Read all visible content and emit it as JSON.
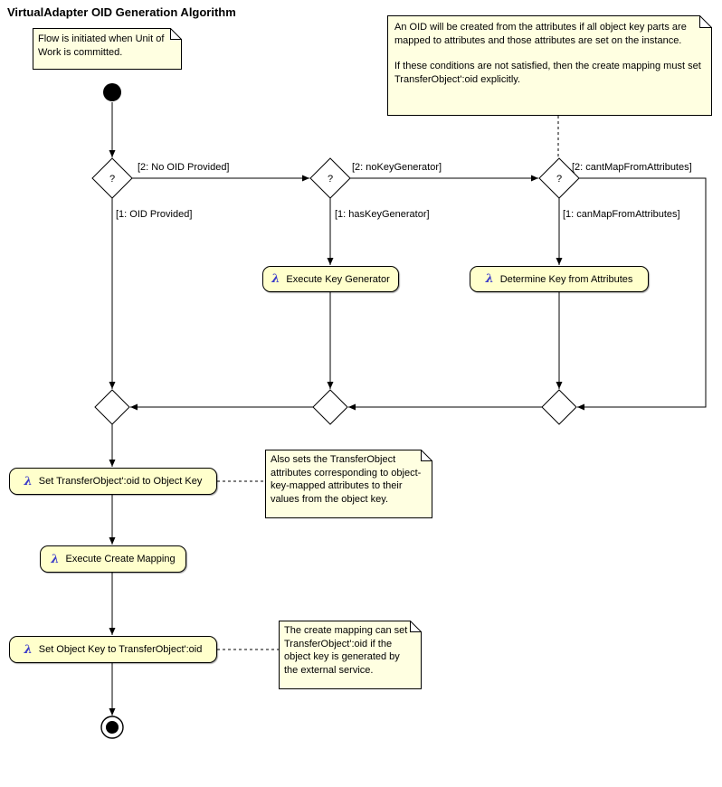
{
  "title": "VirtualAdapter OID Generation Algorithm",
  "colors": {
    "note_fill": "#ffffe1",
    "activity_fill": "#ffffcc",
    "lambda_blue": "#3a3ac8",
    "line": "#000000"
  },
  "icons": {
    "lambda_icon": "λ",
    "decision_mark": "?"
  },
  "notes": {
    "flow_initiated": "Flow is initiated when Unit of Work is committed.",
    "oid_creation_p1": "An OID will be created from the attributes if all object key parts are mapped to attributes and those attributes are set on the instance.",
    "oid_creation_p2": "If these conditions are not satisfied, then the create mapping must set TransferObject':oid explicitly.",
    "also_sets": "Also sets the TransferObject attributes corresponding to object-key-mapped attributes to their values from the object key.",
    "create_mapping": "The create mapping can set TransferObject':oid if the object key is generated by the external service."
  },
  "guards": {
    "no_oid_provided": "[2: No OID Provided]",
    "oid_provided": "[1: OID Provided]",
    "no_key_generator": "[2: noKeyGenerator]",
    "has_key_generator": "[1: hasKeyGenerator]",
    "cant_map_from_attributes": "[2: cantMapFromAttributes]",
    "can_map_from_attributes": "[1: canMapFromAttributes]"
  },
  "activities": {
    "execute_key_generator": "Execute Key Generator",
    "determine_key_from_attributes": "Determine Key from Attributes",
    "set_oid_to_object_key": "Set TransferObject':oid to Object Key",
    "execute_create_mapping": "Execute Create Mapping",
    "set_object_key_to_oid": "Set Object Key to TransferObject':oid"
  }
}
